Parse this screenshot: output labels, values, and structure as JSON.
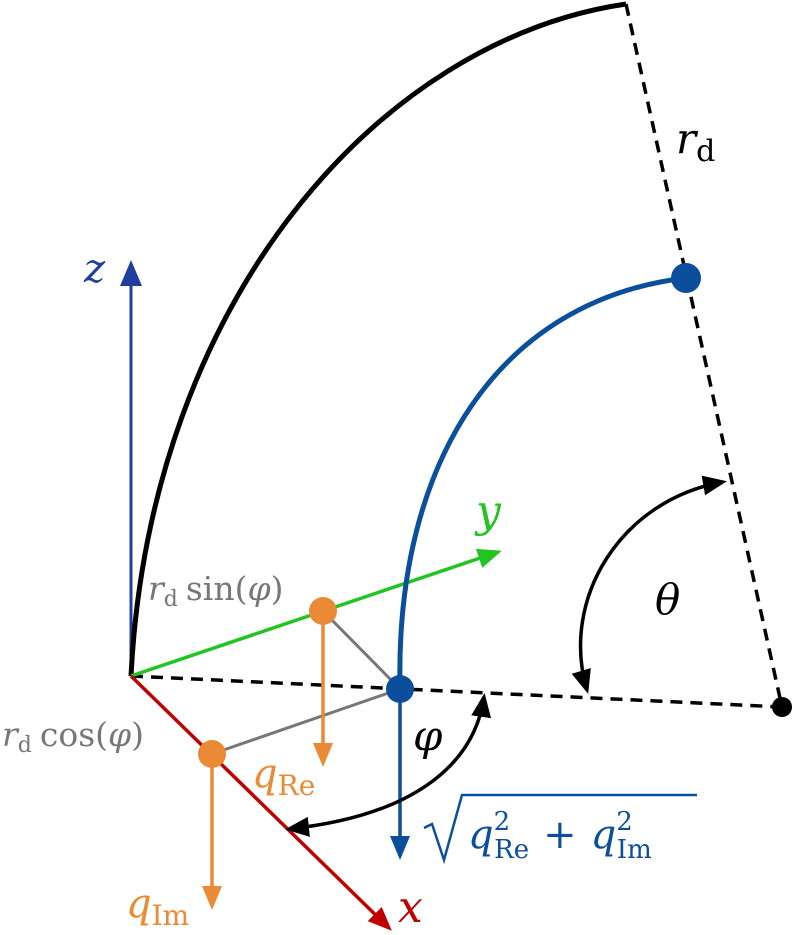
{
  "colors": {
    "x_axis": "#c00000",
    "y_axis": "#22c422",
    "z_axis": "#1f3f9f",
    "arc": "#0b4f9c",
    "orange": "#ea8a35",
    "gray": "#777777",
    "black": "#000000"
  },
  "labels": {
    "z": "z",
    "y": "y",
    "x": "x",
    "r": "r",
    "d": "d",
    "theta": "θ",
    "phi": "φ",
    "q": "q",
    "re": "Re",
    "im": "Im",
    "sin": "sin(",
    "cos": "cos(",
    "close": ")",
    "two": "2",
    "plus": "+"
  }
}
